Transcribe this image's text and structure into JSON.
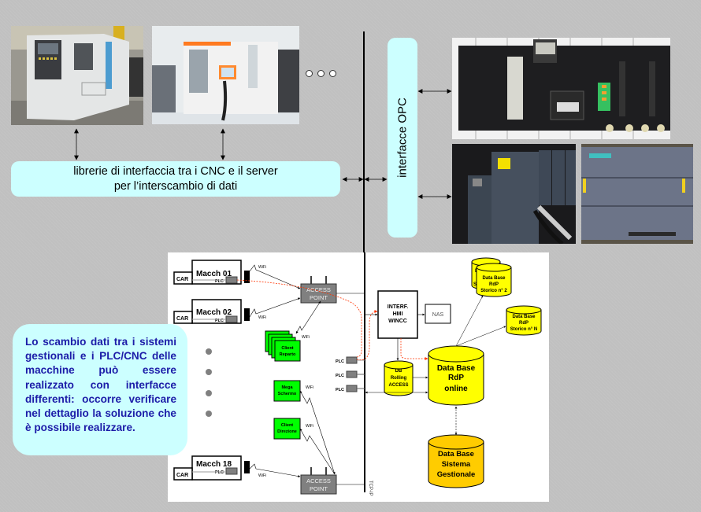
{
  "top": {
    "machine_photos": [
      {
        "name": "cnc-lathe",
        "description": "CNC lathe machine photo"
      },
      {
        "name": "cnc-machining-center",
        "description": "CNC machining center photo"
      }
    ],
    "more_indicator": "ellipsis-dots",
    "library_box": {
      "line1": "librerie di interfaccia tra i CNC e il server",
      "line2": "per l’interscambio di dati"
    },
    "opc_box": {
      "label": "interfacce OPC"
    },
    "plc_photos": [
      {
        "name": "plc-rack-omron"
      },
      {
        "name": "plc-siemens-et200"
      },
      {
        "name": "plc-siemens-s7-1200"
      }
    ]
  },
  "note": {
    "text": "Lo scambio dati tra i sistemi gestionali e i PLC/CNC delle macchine può essere realizzato con interfacce differenti: occorre verificare nel dettaglio la soluzione che è possibile realizzare."
  },
  "diagram": {
    "machines": [
      {
        "name": "Macch 01",
        "car": "CAR",
        "plc": "PLC",
        "wifi": "WiFi"
      },
      {
        "name": "Macch 02",
        "car": "CAR",
        "plc": "PLC",
        "wifi": "WiFi"
      },
      {
        "name": "Macch 18",
        "car": "CAR",
        "plc": "PLC",
        "wifi": "WiFi"
      }
    ],
    "access_point_top": {
      "line1": "ACCESS",
      "line2": "POINT"
    },
    "access_point_bottom": {
      "line1": "ACCESS",
      "line2": "POINT"
    },
    "client_reparto": {
      "line1": "Client",
      "line2": "Reparto",
      "wifi": "WiFi"
    },
    "mega_schermo": {
      "line1": "Mega",
      "line2": "Schermo",
      "wifi": "WiFi"
    },
    "client_direzione": {
      "line1": "Client",
      "line2": "Direzione",
      "wifi": "WiFi"
    },
    "bus_plcs": [
      "PLC",
      "PLC",
      "PLC"
    ],
    "bus_label": "TCP-IP",
    "hmi": {
      "line1": "INTERF.",
      "line2": "HMI",
      "line3": "WINCC"
    },
    "nas": "NAS",
    "db_rolling": {
      "line1": "DB",
      "line2": "Rolling",
      "line3": "ACCESS"
    },
    "db_online": {
      "line1": "Data Base",
      "line2": "RdP",
      "line3": "online"
    },
    "db_storico_back": {
      "line1": "Da",
      "line2": "St"
    },
    "db_storico_2": {
      "line1": "Data Base",
      "line2": "RdP",
      "line3": "Storico n° 2"
    },
    "db_storico_n": {
      "line1": "Data Base",
      "line2": "RdP",
      "line3": "Storico n° N"
    },
    "db_gestionale": {
      "line1": "Data Base",
      "line2": "Sistema",
      "line3": "Gestionale"
    }
  },
  "colors": {
    "background": "#c0c0c0",
    "cyan_box": "#ccffff",
    "note_text": "#1c1ca8",
    "green_client": "#00ff00",
    "yellow_db": "#ffff00",
    "orange_db": "#ffcc00",
    "access_point": "#808080",
    "red_dashed": "#ff3300"
  }
}
